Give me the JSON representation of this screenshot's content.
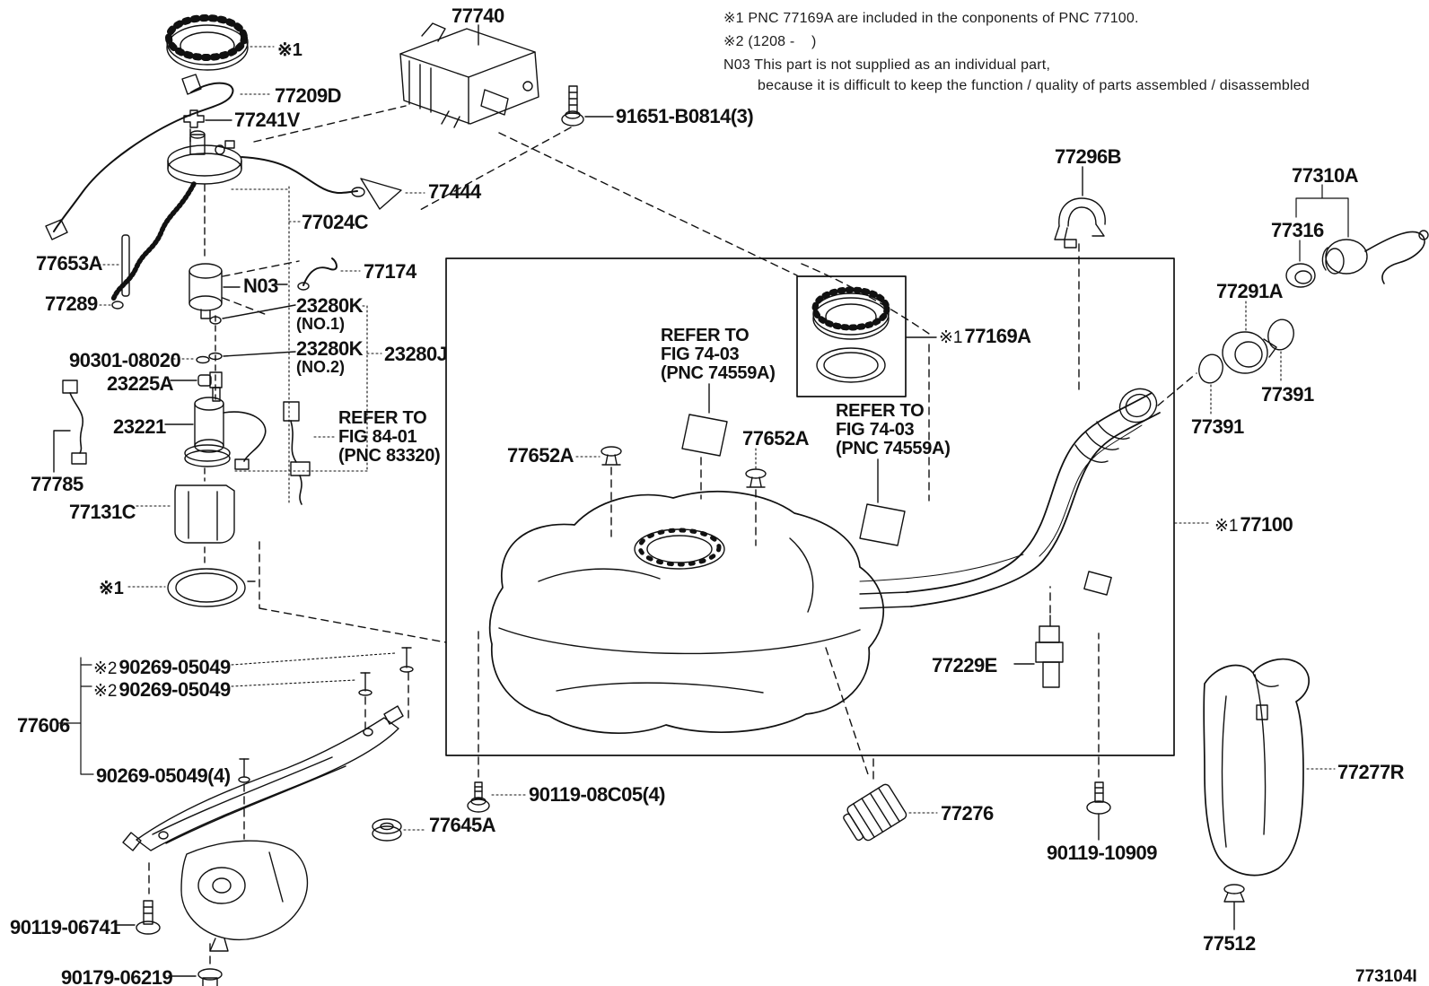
{
  "notes": {
    "line1": "※1 PNC 77169A are included in the conponents of PNC 77100.",
    "line2": "※2 (1208 -    )",
    "line3": "N03 This part is not supplied as an individual part,",
    "line4": "because it is difficult to keep the function / quality of parts assembled / disassembled"
  },
  "diagram_code": "773104I",
  "parts": {
    "canister": "77740",
    "star1": "※1",
    "star2": "※2",
    "hose_77209D": "77209D",
    "valve_77241V": "77241V",
    "bolt_91651": "91651-B0814(3)",
    "sender_77444": "77444",
    "tube_77024C": "77024C",
    "gauge_77653A": "77653A",
    "hose_77174": "77174",
    "filter_N03": "N03",
    "clip_77289": "77289",
    "k_no1_num": "23280K",
    "k_no1_sub": "(NO.1)",
    "k_no2_num": "23280K",
    "k_no2_sub": "(NO.2)",
    "k_set": "23280J",
    "washer_90301": "90301-08020",
    "grommet_23225A": "23225A",
    "pump_23221": "23221",
    "refer84": {
      "l1": "REFER TO",
      "l2": "FIG 84-01",
      "l3": "(PNC 83320)"
    },
    "wire_77785": "77785",
    "holder_77131C": "77131C",
    "band_bolt": "90269-05049",
    "band_77606": "77606",
    "band_bolt4": "90269-05049(4)",
    "nut_77645A": "77645A",
    "bolt_90119_06741": "90119-06741",
    "clip_90179": "90179-06219",
    "bolt_90119_08C05": "90119-08C05(4)",
    "clamp_77276": "77276",
    "refer74": {
      "l1": "REFER TO",
      "l2": "FIG 74-03",
      "l3": "(PNC 74559A)"
    },
    "pin_77652A": "77652A",
    "asm_77169A": {
      "prefix": "※1",
      "number": "77169A"
    },
    "clamp_77296B": "77296B",
    "cap_77310A": "77310A",
    "gasket_77316": "77316",
    "retainer_77291A": "77291A",
    "oring_77391": "77391",
    "asm_77100": {
      "prefix": "※1",
      "number": "77100"
    },
    "bracket_77229E": "77229E",
    "shield_77277R": "77277R",
    "bolt_90119_10909": "90119-10909",
    "clip_77512": "77512"
  }
}
